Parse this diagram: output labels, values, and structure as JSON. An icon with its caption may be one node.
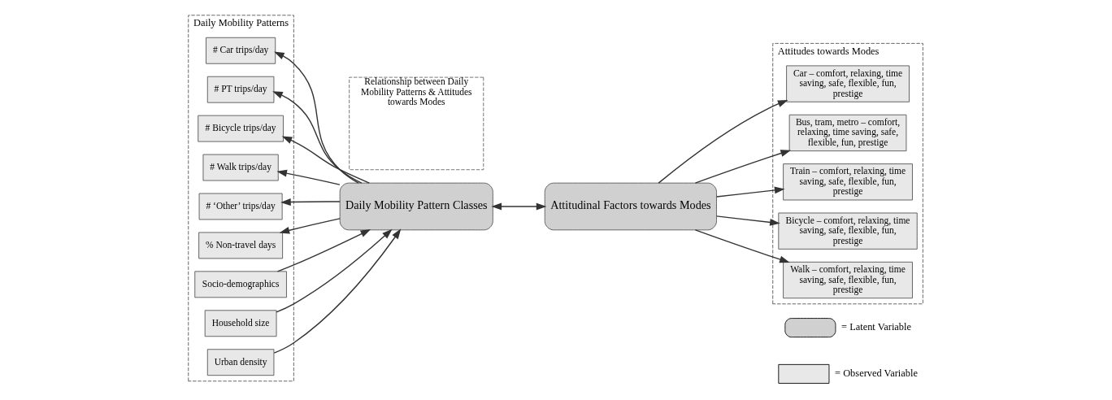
{
  "diagram": {
    "nodes": [
      {
        "text": [
          "Daily Mobility Patterns"
        ]
      },
      {
        "text": [
          "# Car trips/day"
        ],
        "in": 0
      },
      {
        "text": [
          "# PT trips/day"
        ],
        "in": 0
      },
      {
        "text": [
          "# Bicycle trips/day"
        ],
        "in": 0
      },
      {
        "text": [
          "# Walk trips/day"
        ],
        "in": 0
      },
      {
        "text": [
          "# ‘Other’ trips/day"
        ],
        "in": 0
      },
      {
        "text": [
          "% Non-travel days"
        ],
        "in": 0
      },
      {
        "text": [
          "Daily Mobility Pattern Classes"
        ]
      },
      {
        "text": [
          "Socio-demographics"
        ],
        "in": 0
      },
      {
        "text": [
          "Household size"
        ],
        "in": 0
      },
      {
        "text": [
          "Urban density"
        ],
        "in": 0
      },
      {
        "text": [
          "Relationship between Daily Mobility Patterns & Attitudes towards Modes"
        ]
      },
      {
        "text": [
          "Attitudes towards Modes"
        ]
      },
      {
        "text": [
          "Attitudinal Factors towards Modes"
        ]
      },
      {
        "text": [
          "Car – comfort, relaxing, time saving, safe, flexible, fun, prestige"
        ],
        "in": 12
      },
      {
        "text": [
          "Bus, tram, metro – comfort, relaxing, time saving, safe, flexible, fun, prestige"
        ],
        "in": 12
      },
      {
        "text": [
          "Train – comfort, relaxing, time saving, safe, flexible, fun, prestige"
        ],
        "in": 12
      },
      {
        "text": [
          "Bicycle – comfort, relaxing, time saving, safe, flexible, fun, prestige"
        ],
        "in": 12
      },
      {
        "text": [
          "Walk – comfort, relaxing, time saving, safe, flexible, fun, prestige"
        ],
        "in": 12
      }
    ],
    "edges": [
      {
        "from": 7,
        "to": 1,
        "arrow": "to"
      },
      {
        "from": 7,
        "to": 2,
        "arrow": "to"
      },
      {
        "from": 7,
        "to": 3,
        "arrow": "to"
      },
      {
        "from": 7,
        "to": 4,
        "arrow": "to"
      },
      {
        "from": 7,
        "to": 5,
        "arrow": "to"
      },
      {
        "from": 7,
        "to": 6,
        "arrow": "to"
      },
      {
        "from": 8,
        "to": 7,
        "arrow": "to"
      },
      {
        "from": 9,
        "to": 7,
        "arrow": "to"
      },
      {
        "from": 10,
        "to": 7,
        "arrow": "to"
      },
      {
        "from": 7,
        "to": 13,
        "arrow": "both"
      },
      {
        "from": 13,
        "to": 14,
        "arrow": "to"
      },
      {
        "from": 13,
        "to": 15,
        "arrow": "to"
      },
      {
        "from": 13,
        "to": 16,
        "arrow": "to"
      },
      {
        "from": 13,
        "to": 17,
        "arrow": "to"
      },
      {
        "from": 13,
        "to": 18,
        "arrow": "to"
      }
    ],
    "legend": [
      {
        "text": "= Latent Variable"
      },
      {
        "text": "= Observed Variable"
      }
    ]
  }
}
